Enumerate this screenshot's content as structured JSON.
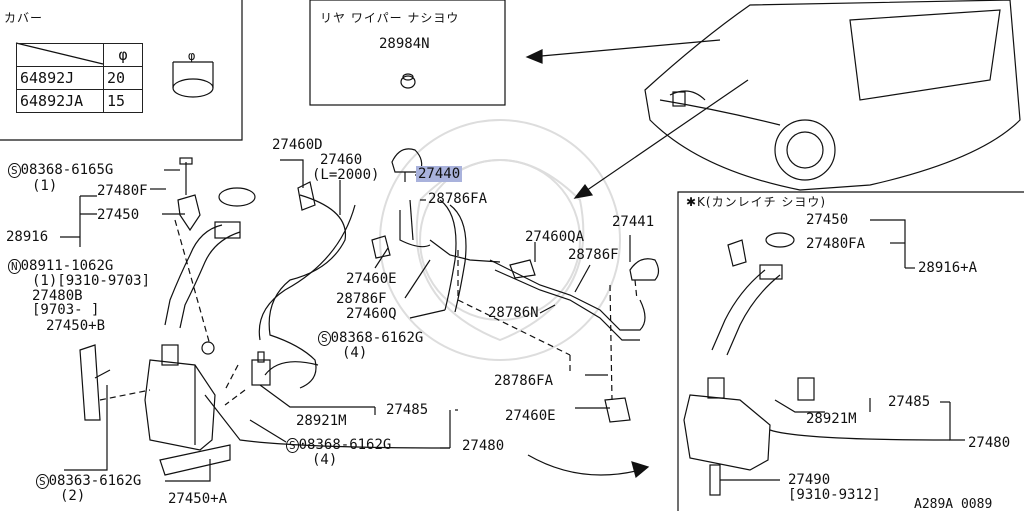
{
  "cover": {
    "title": "カバー",
    "phi": "φ",
    "rows": [
      {
        "part": "64892J",
        "value": "20"
      },
      {
        "part": "64892JA",
        "value": "15"
      }
    ]
  },
  "rear_wiper": {
    "title": "リヤ ワイパー ナシヨウ",
    "part": "28984N"
  },
  "option_box": {
    "title": "✱K(カンレイチ シヨウ)",
    "labels": {
      "p27450": "27450",
      "p27480FA": "27480FA",
      "p28916A": "28916+A",
      "p27485": "27485",
      "p28921M": "28921M",
      "p27480": "27480",
      "p27490": "27490",
      "p27490_range": "[9310-9312]"
    }
  },
  "labels": {
    "s08368_6165G": "08368-6165G",
    "s08368_6165G_qty": "(1)",
    "p27480F": "27480F",
    "p27450": "27450",
    "p28916": "28916",
    "n08911_1062G": "08911-1062G",
    "n08911_range": "(1)[9310-9703]",
    "p27480B": "27480B",
    "p27480B_range": "[9703-     ]",
    "p27450B": "27450+B",
    "s08363_6162G": "08363-6162G",
    "s08363_qty": "(2)",
    "p27450A": "27450+A",
    "p27460D": "27460D",
    "p27460": "27460",
    "p27460_len": "(L=2000)",
    "p27440": "27440",
    "p28786FA": "28786FA",
    "p27460E": "27460E",
    "p28786F": "28786F",
    "p27460Q": "27460Q",
    "p27460QA": "27460QA",
    "p27441": "27441",
    "p28786F_b": "28786F",
    "p28786N": "28786N",
    "s08368_6162G_a": "08368-6162G",
    "s08368_6162G_a_qty": "(4)",
    "p28786FA_b": "28786FA",
    "p27460E_b": "27460E",
    "p28921M": "28921M",
    "p27485": "27485",
    "s08368_6162G_b": "08368-6162G",
    "s08368_6162G_b_qty": "(4)",
    "p27480": "27480",
    "diagram_code": "A289A 0089"
  },
  "symbols": {
    "s": "S",
    "n": "N"
  },
  "colors": {
    "highlight": "#a9b2dc",
    "ink": "#111111"
  }
}
